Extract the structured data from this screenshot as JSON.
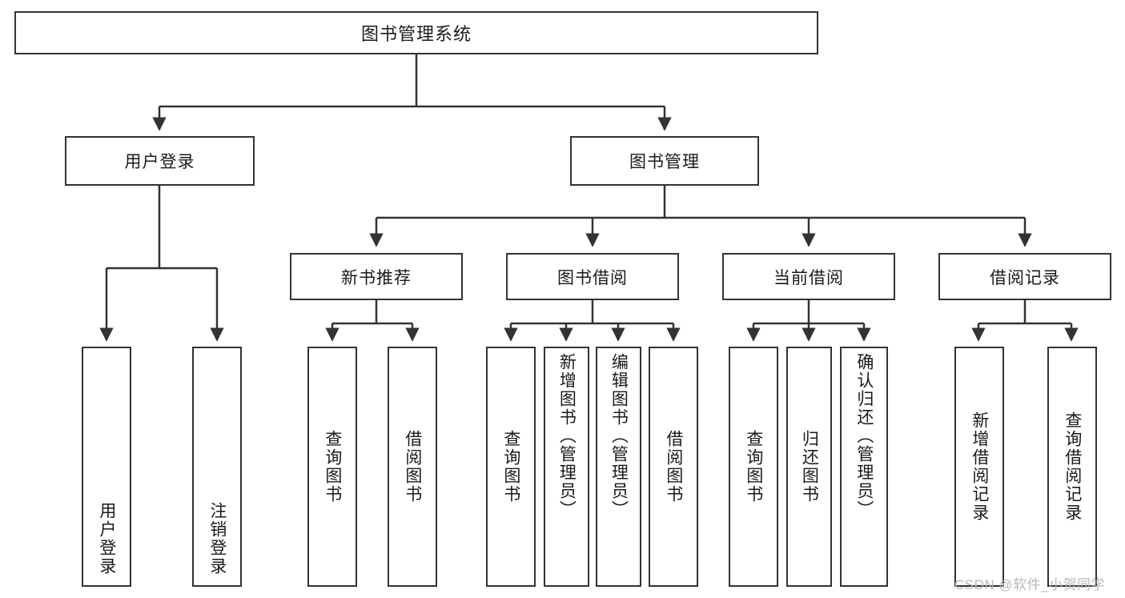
{
  "diagram": {
    "title": "图书管理系统",
    "type": "hierarchy-tree",
    "colors": {
      "line": "#333333",
      "box_fill": "#ffffff",
      "text": "#1a1a1a",
      "watermark": "#b8b8b8",
      "background": "#ffffff"
    },
    "root": {
      "label": "图书管理系统"
    },
    "level2": [
      {
        "label": "用户登录"
      },
      {
        "label": "图书管理"
      }
    ],
    "level3": [
      {
        "label": "新书推荐"
      },
      {
        "label": "图书借阅"
      },
      {
        "label": "当前借阅"
      },
      {
        "label": "借阅记录"
      }
    ],
    "leaves": {
      "user_login": [
        {
          "label": "用户登录"
        },
        {
          "label": "注销登录"
        }
      ],
      "new_book_recommend": [
        {
          "label": "查询图书"
        },
        {
          "label": "借阅图书"
        }
      ],
      "book_borrow": [
        {
          "label": "查询图书"
        },
        {
          "label": "新增图书（管理员）"
        },
        {
          "label": "编辑图书（管理员）"
        },
        {
          "label": "借阅图书"
        }
      ],
      "current_borrow": [
        {
          "label": "查询图书"
        },
        {
          "label": "归还图书"
        },
        {
          "label": "确认归还（管理员）"
        }
      ],
      "borrow_record": [
        {
          "label": "新增借阅记录"
        },
        {
          "label": "查询借阅记录"
        }
      ]
    }
  },
  "watermark": {
    "text": "CSDN @软件_小贺同学"
  }
}
